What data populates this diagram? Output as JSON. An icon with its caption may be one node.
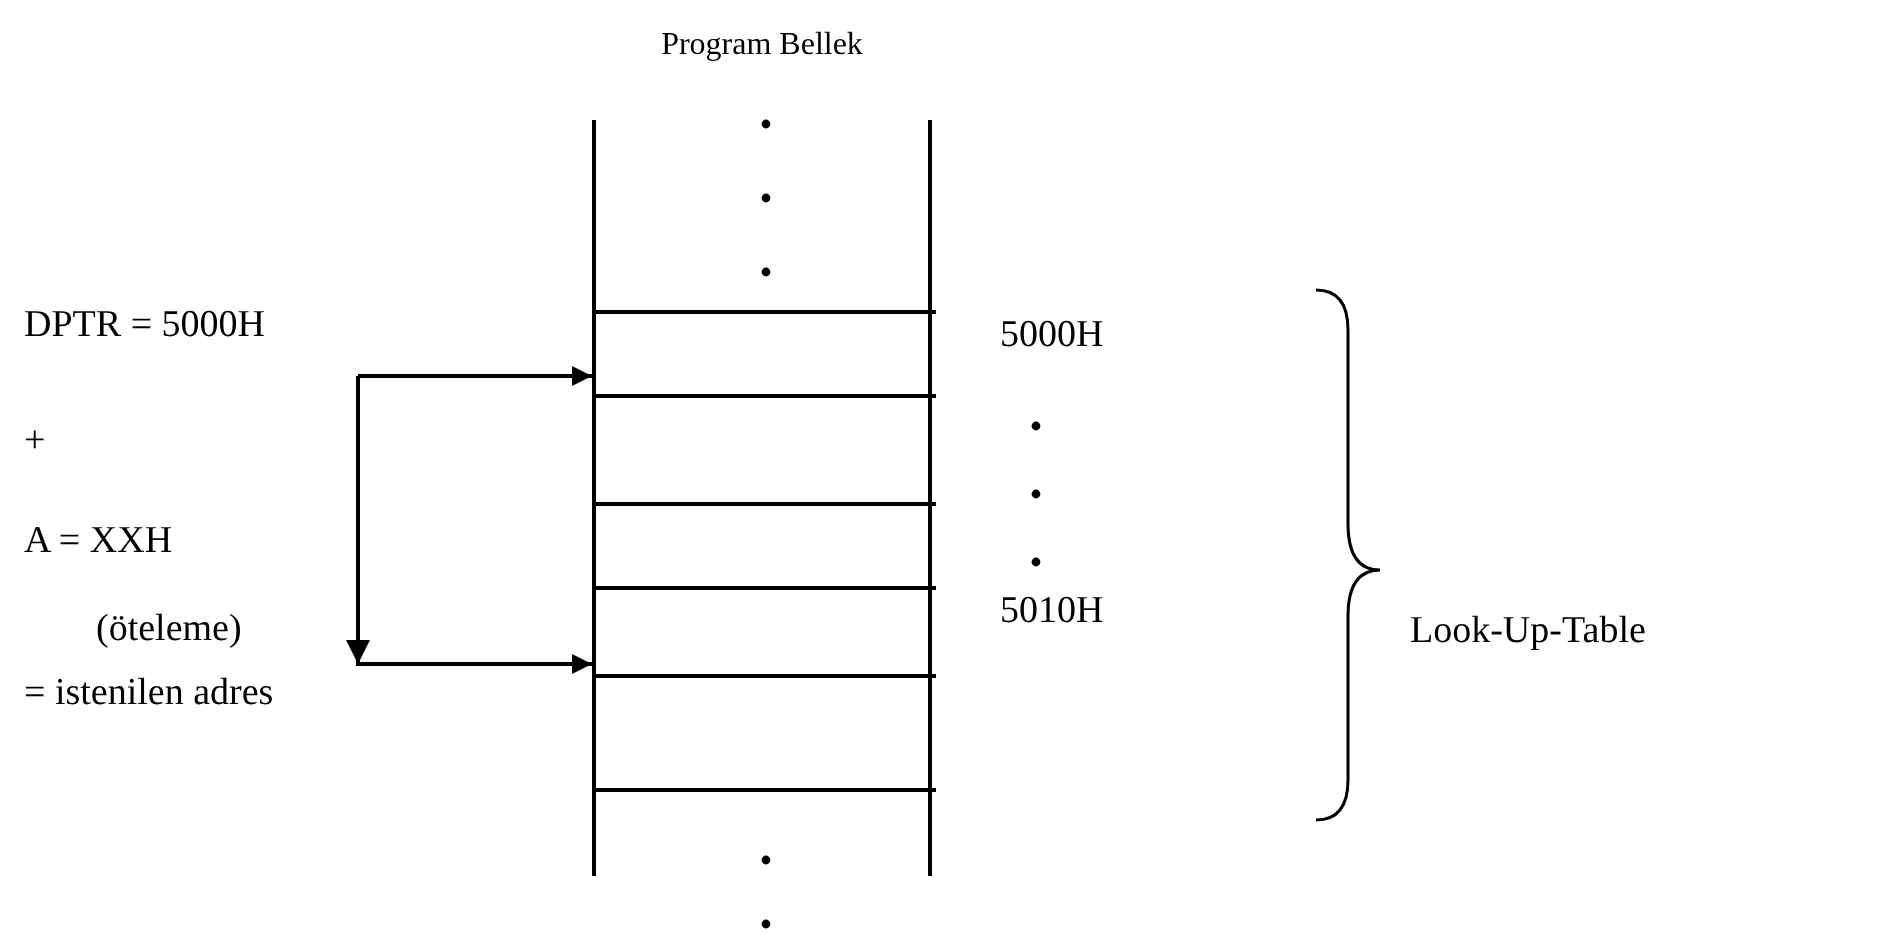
{
  "diagram": {
    "nodes": [
      {
        "text": [
          "Program Bellek"
        ]
      },
      {
        "text": [],
        "shape": "box",
        "in": 0,
        "beside": [
          "5000H"
        ]
      },
      {
        "text": [],
        "shape": "box",
        "in": 0
      },
      {
        "text": [],
        "shape": "box",
        "in": 0
      },
      {
        "text": [],
        "shape": "box",
        "in": 0,
        "beside": [
          "5010H"
        ]
      },
      {
        "text": [],
        "shape": "box",
        "in": 0
      }
    ],
    "edges": [
      {
        "from": null,
        "to": 1,
        "arrow": "to"
      },
      {
        "from": null,
        "to": 4,
        "arrow": "to"
      }
    ],
    "labels": [
      "DPTR = 5000H",
      "+",
      "A = XXH",
      "(öteleme)",
      "= istenilen adres",
      "Look-Up-Table"
    ]
  }
}
